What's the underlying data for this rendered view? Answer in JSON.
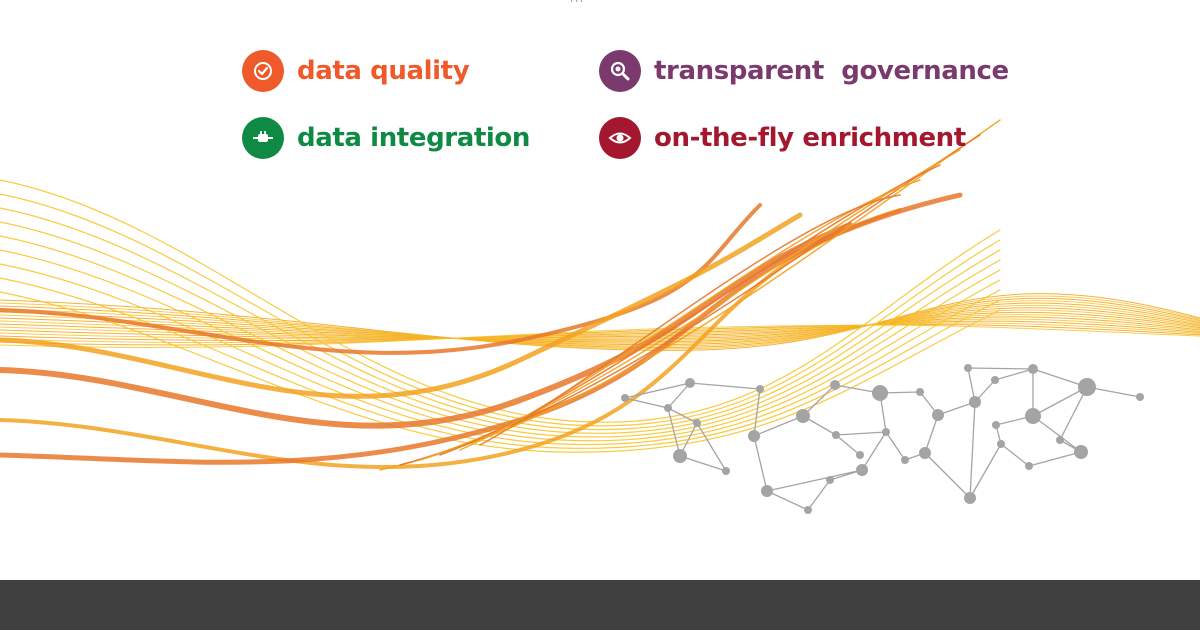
{
  "features": [
    {
      "id": "data-quality",
      "label": "data quality",
      "color": "#EE5A2A",
      "icon": "check-circle-icon"
    },
    {
      "id": "data-integration",
      "label": "data integration",
      "color": "#0E8A44",
      "icon": "connector-icon"
    },
    {
      "id": "transparent-governance",
      "label": "transparent  governance",
      "color": "#7A3A6E",
      "icon": "magnifier-icon"
    },
    {
      "id": "on-the-fly-enrichment",
      "label": "on-the-fly enrichment",
      "color": "#A3182E",
      "icon": "eye-icon"
    }
  ],
  "colors": {
    "wave_light": "#F8C42A",
    "wave_mid": "#F2A21E",
    "wave_dark": "#E8782A",
    "network": "#A4A4A4",
    "footer": "#404040"
  }
}
